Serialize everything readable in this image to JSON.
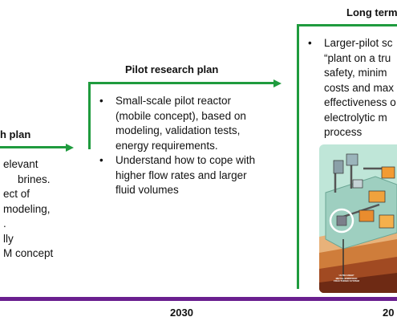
{
  "left": {
    "heading": "h plan",
    "lines": [
      "elevant",
      "brines.",
      "ect of",
      "modeling,",
      ".",
      "lly",
      "M concept"
    ]
  },
  "middle": {
    "heading": "Pilot research plan",
    "bullets": [
      [
        "Small-scale pilot reactor",
        "(mobile concept), based on",
        "modeling, validation tests,",
        "energy requirements."
      ],
      [
        "Understand how to cope with",
        "higher flow rates and larger",
        "fluid volumes"
      ]
    ]
  },
  "right": {
    "heading": "Long term",
    "bullet_lines": [
      "Larger-pilot sc",
      "“plant on a tru",
      "safety,  minim",
      "costs and max",
      "effectiveness o",
      "electrolytic m",
      "process"
    ],
    "illustration_label": "ULTRA DEEP\nMETAL-ENRICHED\nFRACTURED SYSTEM"
  },
  "timeline": {
    "years": [
      "2030",
      "20"
    ]
  },
  "colors": {
    "accent_green": "#1f9b3e",
    "timeline_purple": "#6a1f8f"
  }
}
